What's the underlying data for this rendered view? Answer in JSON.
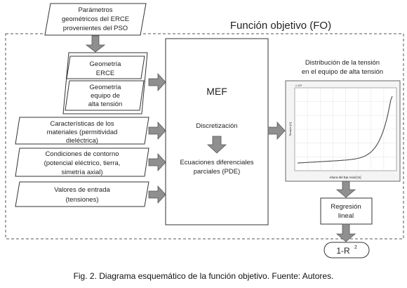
{
  "fo_title": "Función objetivo (FO)",
  "pso_params": [
    "Parámetros",
    "geométricos del ERCE",
    "provenientes del PSO"
  ],
  "geom_group": {
    "erce": [
      "Geometría",
      "ERCE"
    ],
    "equipo": [
      "Geometría",
      "equipo de",
      "alta tensión"
    ]
  },
  "inputs": {
    "materiales": [
      "Características de los",
      "materiales (permitividad",
      "dieléctrica)"
    ],
    "contorno": [
      "Condiciones de contorno",
      "(potencial eléctrico, tierra,",
      "simetría axial)"
    ],
    "entrada": [
      "Valores de entrada",
      "(tensiones)"
    ]
  },
  "mef": {
    "title": "MEF",
    "discretizacion": "Discretización",
    "pde": [
      "Ecuaciones diferenciales",
      "parciales (PDE)"
    ]
  },
  "distribucion": [
    "Distribución de la tensión",
    "en el equipo de alta tensión"
  ],
  "plot": {
    "ylabel": "Tensión [V]",
    "xlabel": "Altura del Eje Axial [m]",
    "exponent": "x 10⁴"
  },
  "regresion": [
    "Regresión",
    "lineal"
  ],
  "result": {
    "base": "1-R",
    "sup": "2"
  },
  "caption": "Fig. 2. Diagrama esquemático de la función objetivo. Fuente: Autores.",
  "colors": {
    "arrow_fill": "#8f8f8f",
    "arrow_stroke": "#555555",
    "curve": "#4a4a4a",
    "dashed": "#555555"
  }
}
